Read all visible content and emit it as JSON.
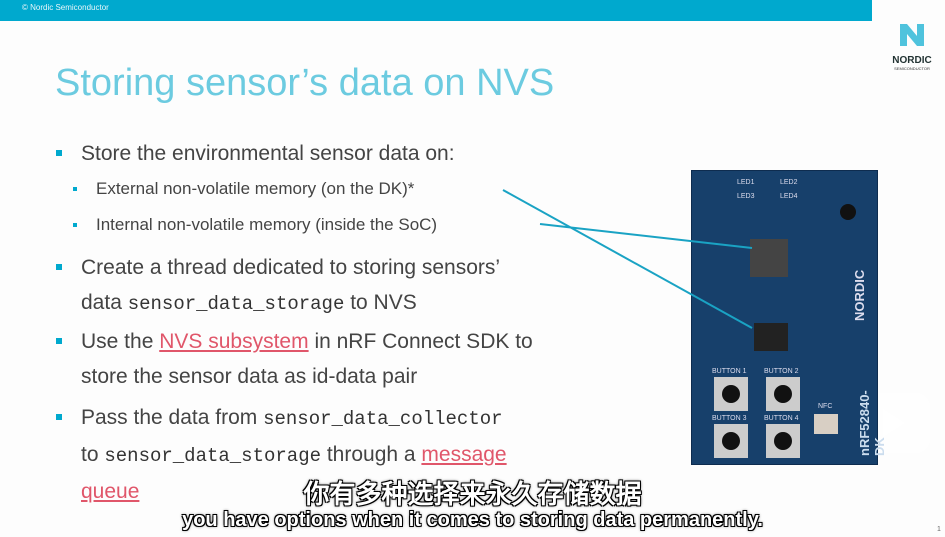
{
  "header": {
    "copyright": "© Nordic Semiconductor"
  },
  "logo": {
    "name": "NORDIC",
    "sub": "SEMICONDUCTOR"
  },
  "slide": {
    "title": "Storing sensor’s data on NVS",
    "b1": "Store the environmental sensor data on:",
    "b1a": "External non-volatile memory (on the DK)*",
    "b1b": "Internal non-volatile memory (inside the SoC)",
    "b2a": "Create a thread dedicated to storing sensors’",
    "b2b_pre": "data ",
    "b2b_code": "sensor_data_storage",
    "b2b_post": " to NVS",
    "b3a_pre": "Use the ",
    "b3a_link": "NVS subsystem",
    "b3a_post": " in nRF Connect SDK to",
    "b3b": "store the sensor data as id-data pair",
    "b4a_pre": "Pass the data from ",
    "b4a_code": "sensor_data_collector",
    "b4b_code": "sensor_data_storage",
    "b4b_pre": "to ",
    "b4b_post": " through a ",
    "b4b_link": "message",
    "b4c_link": "queue",
    "page": "1"
  },
  "board": {
    "label": "nRF52840-DK",
    "brand": "NORDIC",
    "buttons": [
      "BUTTON 1",
      "BUTTON 2",
      "BUTTON 3",
      "BUTTON 4"
    ],
    "nfc": "NFC",
    "leds": [
      "LED1",
      "LED2",
      "LED3",
      "LED4"
    ]
  },
  "subtitles": {
    "zh": "你有多种选择来永久存储数据",
    "en": "you have options when it comes to storing data permanently."
  },
  "colors": {
    "accent": "#00a9ce",
    "title": "#6ccbe0",
    "link": "#e0566a"
  }
}
